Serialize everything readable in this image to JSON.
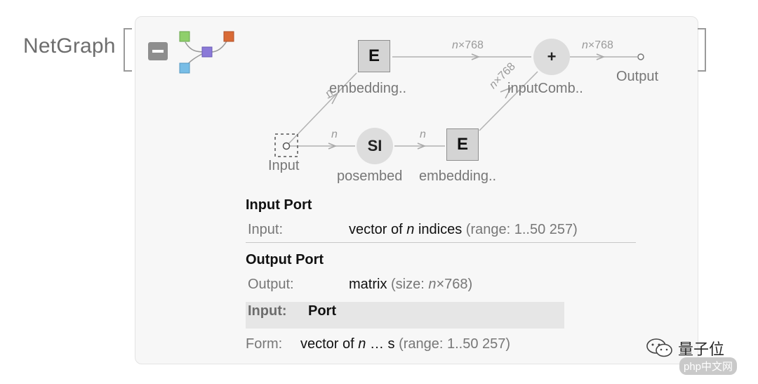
{
  "header": {
    "label": "NetGraph"
  },
  "graph": {
    "nodes": {
      "embed_top": {
        "glyph": "E",
        "label": "embedding.."
      },
      "plus": {
        "glyph": "+",
        "label": "inputComb.."
      },
      "output": {
        "label": "Output"
      },
      "input": {
        "label": "Input"
      },
      "posembed": {
        "glyph": "SI",
        "label": "posembed"
      },
      "embed_bottom": {
        "glyph": "E",
        "label": "embedding.."
      }
    },
    "edges": {
      "top_mid": "n×768",
      "plus_out": "n×768",
      "diag_right": "n×768",
      "diag_left": "n",
      "input_posembed": "n",
      "posembed_embed": "n"
    },
    "colors": {
      "edge": "#a8a8a8",
      "icon_green": "#8fcf6b",
      "icon_purple": "#8b7ad8",
      "icon_orange": "#d96a35",
      "icon_blue": "#78bde6"
    }
  },
  "info": {
    "input_port": {
      "title": "Input Port",
      "label": "Input:",
      "value_prefix": "vector of",
      "value_n": "n",
      "value_suffix": "indices",
      "meta": "(range: 1..50 257)"
    },
    "output_port": {
      "title": "Output Port",
      "label": "Output:",
      "value": "matrix",
      "meta_prefix": "(size:",
      "meta_n": "n",
      "meta_suffix": "×768)"
    },
    "tooltip": {
      "key": "Input:",
      "value": "Port"
    },
    "form": {
      "label": "Form:",
      "value_prefix": "vector of",
      "value_n": "n",
      "value_ellipsis": "… s",
      "meta": "(range: 1..50 257)"
    }
  },
  "watermark": {
    "text": "量子位",
    "badge": "php中文网"
  }
}
